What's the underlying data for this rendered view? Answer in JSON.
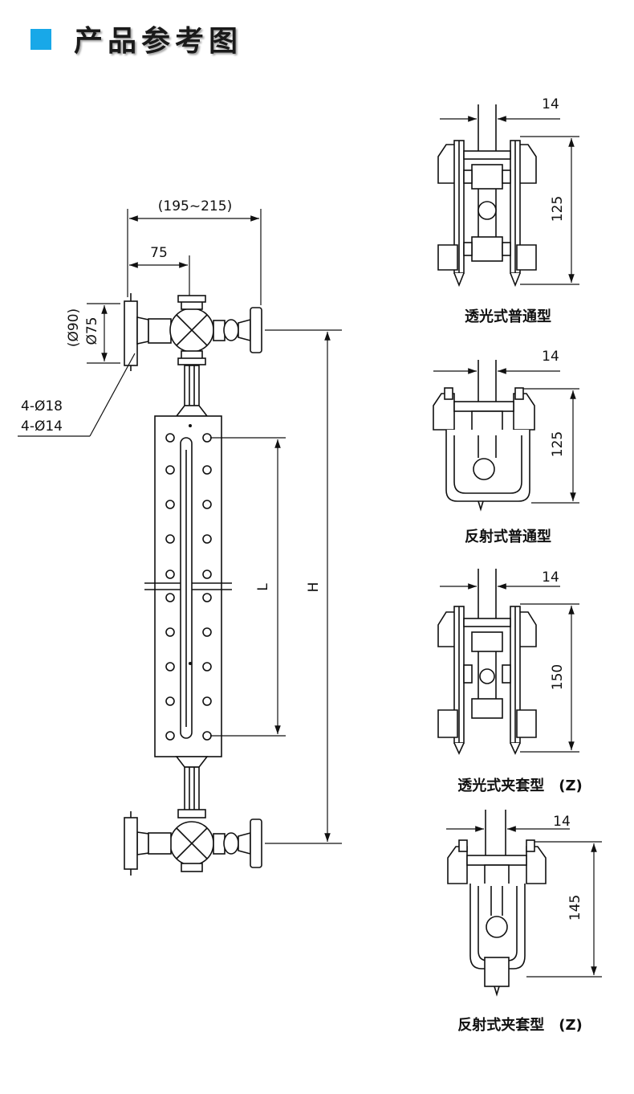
{
  "header": {
    "title": "产品参考图"
  },
  "main_gauge": {
    "dim_center_span": "(195~215)",
    "dim_offset": "75",
    "dim_flange_outer": "(Ø90)",
    "dim_flange_inner": "Ø75",
    "bolt_holes_1": "4-Ø18",
    "bolt_holes_2": "4-Ø14",
    "label_visible_length": "L",
    "label_center_height": "H"
  },
  "variants": [
    {
      "caption": "透光式普通型",
      "width_dim": "14",
      "height_dim": "125"
    },
    {
      "caption": "反射式普通型",
      "width_dim": "14",
      "height_dim": "125"
    },
    {
      "caption": "透光式夹套型　(Z)",
      "width_dim": "14",
      "height_dim": "150"
    },
    {
      "caption": "反射式夹套型　(Z)",
      "width_dim": "14",
      "height_dim": "145"
    }
  ]
}
